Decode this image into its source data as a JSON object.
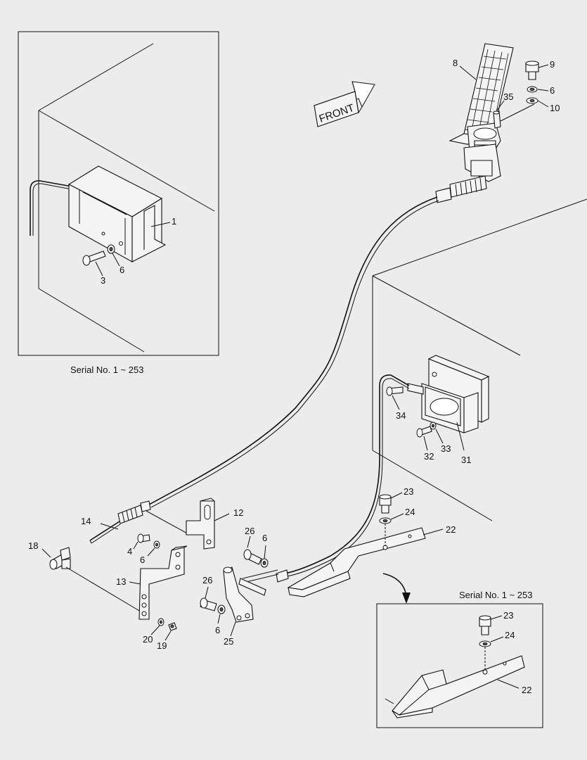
{
  "direction_label": "FRONT",
  "captions": {
    "top_inset": "Serial No. 1 ~ 253",
    "bottom_inset": "Serial No. 1 ~ 253"
  },
  "labels": {
    "p1": "1",
    "p3": "3",
    "p6_inset": "6",
    "p8": "8",
    "p9": "9",
    "p6_top": "6",
    "p10": "10",
    "p35": "35",
    "p34": "34",
    "p33": "33",
    "p32": "32",
    "p31": "31",
    "p23": "23",
    "p24": "24",
    "p22": "22",
    "p12": "12",
    "p14": "14",
    "p18": "18",
    "p4": "4",
    "p6_b13": "6",
    "p13": "13",
    "p20": "20",
    "p19": "19",
    "p26a": "26",
    "p6_mid": "6",
    "p26b": "26",
    "p6_b25": "6",
    "p25": "25",
    "p23b": "23",
    "p24b": "24",
    "p22b": "22"
  }
}
